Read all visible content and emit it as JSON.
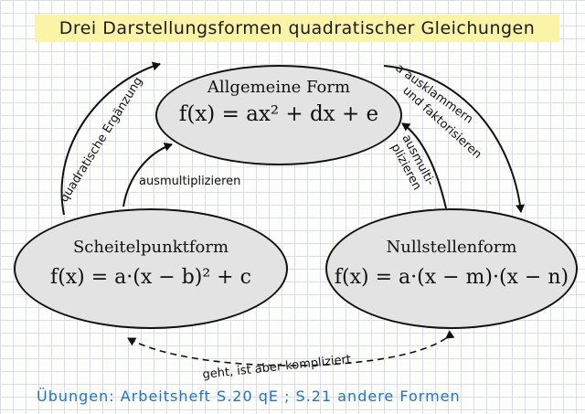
{
  "title": "Drei Darstellungsformen quadratischer Gleichungen",
  "nodes": {
    "allgemein": {
      "label": "Allgemeine Form",
      "formula": "f(x) = ax² + dx + e"
    },
    "scheitel": {
      "label": "Scheitelpunktform",
      "formula": "f(x) = a·(x − b)² + c"
    },
    "nullstellen": {
      "label": "Nullstellenform",
      "formula": "f(x) = a·(x − m)·(x − n)"
    }
  },
  "edges": {
    "scheitel_to_allgemein": "quadratische Ergänzung",
    "allgemein_from_scheitel": "ausmultiplizieren",
    "allgemein_to_nullstellen_1": "a ausklammern",
    "allgemein_to_nullstellen_2": "und faktorisieren",
    "nullstellen_to_allgemein_1": "ausmulti-",
    "nullstellen_to_allgemein_2": "plizieren",
    "scheitel_nullstellen": "geht, ist aber kompliziert"
  },
  "footer": "Übungen: Arbeitsheft S.20 qE ; S.21 andere Formen",
  "colors": {
    "highlight": "#fbf3a7",
    "footer_text": "#1e74c9",
    "node_fill": "#e3e3e3"
  }
}
